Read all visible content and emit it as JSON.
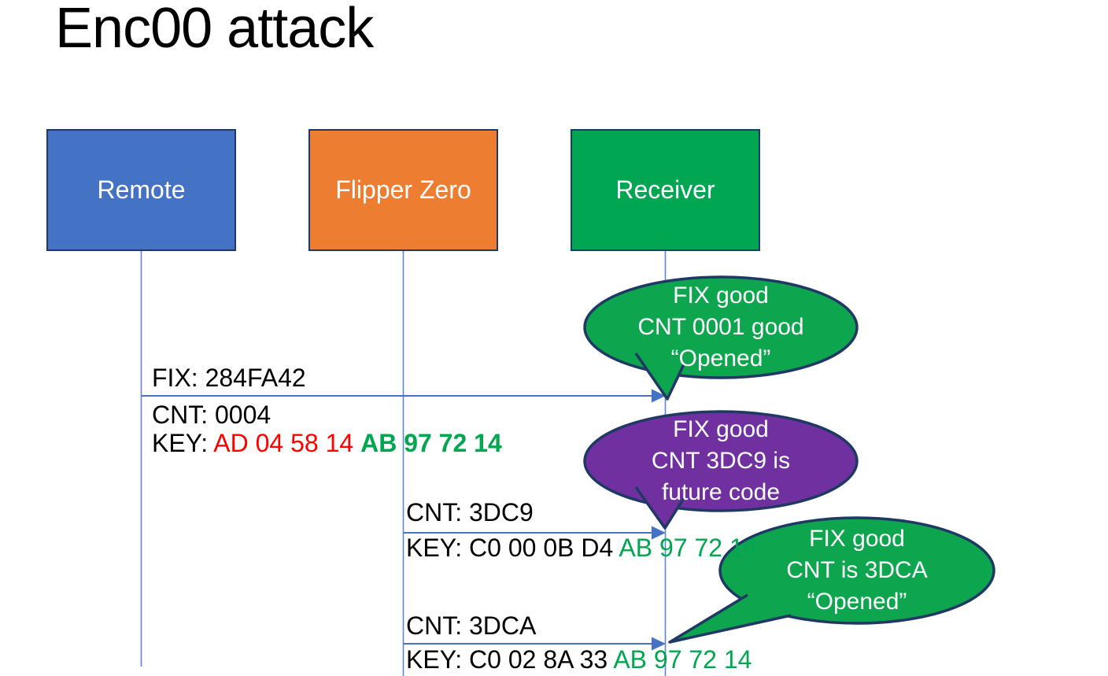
{
  "slide": {
    "title": "Enc00 attack"
  },
  "actors": [
    {
      "label": "Remote",
      "fill": "#4472C4"
    },
    {
      "label": "Flipper Zero",
      "fill": "#ED7D31"
    },
    {
      "label": "Receiver",
      "fill": "#00A651"
    }
  ],
  "messages": [
    {
      "from": "Remote",
      "to": "Receiver",
      "above": "FIX: 284FA42",
      "mid": "CNT: 0004",
      "key_prefix": "KEY: ",
      "key_red": "AD 04 58 14 ",
      "key_green_bold": "AB 97 72 14"
    },
    {
      "from": "Flipper Zero",
      "to": "Receiver",
      "above": "CNT: 3DC9",
      "key_prefix": "KEY: C0 00 0B D4 ",
      "key_green": "AB 97 72 14"
    },
    {
      "from": "Flipper Zero",
      "to": "Receiver",
      "above": "CNT: 3DCA",
      "key_prefix": "KEY: C0 02 8A 33 ",
      "key_green": "AB 97 72 14"
    }
  ],
  "callouts": [
    {
      "fill": "#0DA64E",
      "lines": [
        "FIX good",
        "CNT 0001 good",
        "“Opened”"
      ]
    },
    {
      "fill": "#7030A0",
      "lines": [
        "FIX good",
        "CNT 3DC9 is",
        "future code"
      ]
    },
    {
      "fill": "#0DA64E",
      "lines": [
        "FIX good",
        "CNT is 3DCA",
        "“Opened”"
      ]
    }
  ],
  "colors": {
    "remote_fill": "#4472C4",
    "flipper_fill": "#ED7D31",
    "receiver_fill": "#00A651",
    "callout_green": "#0DA64E",
    "callout_purple": "#7030A0",
    "shape_outline": "#1F3864",
    "arrow_blue": "#4472C4",
    "lifeline_blue": "#5e86c8",
    "key_red": "#FF0000",
    "key_green": "#00A650",
    "title_color": "#000000"
  }
}
